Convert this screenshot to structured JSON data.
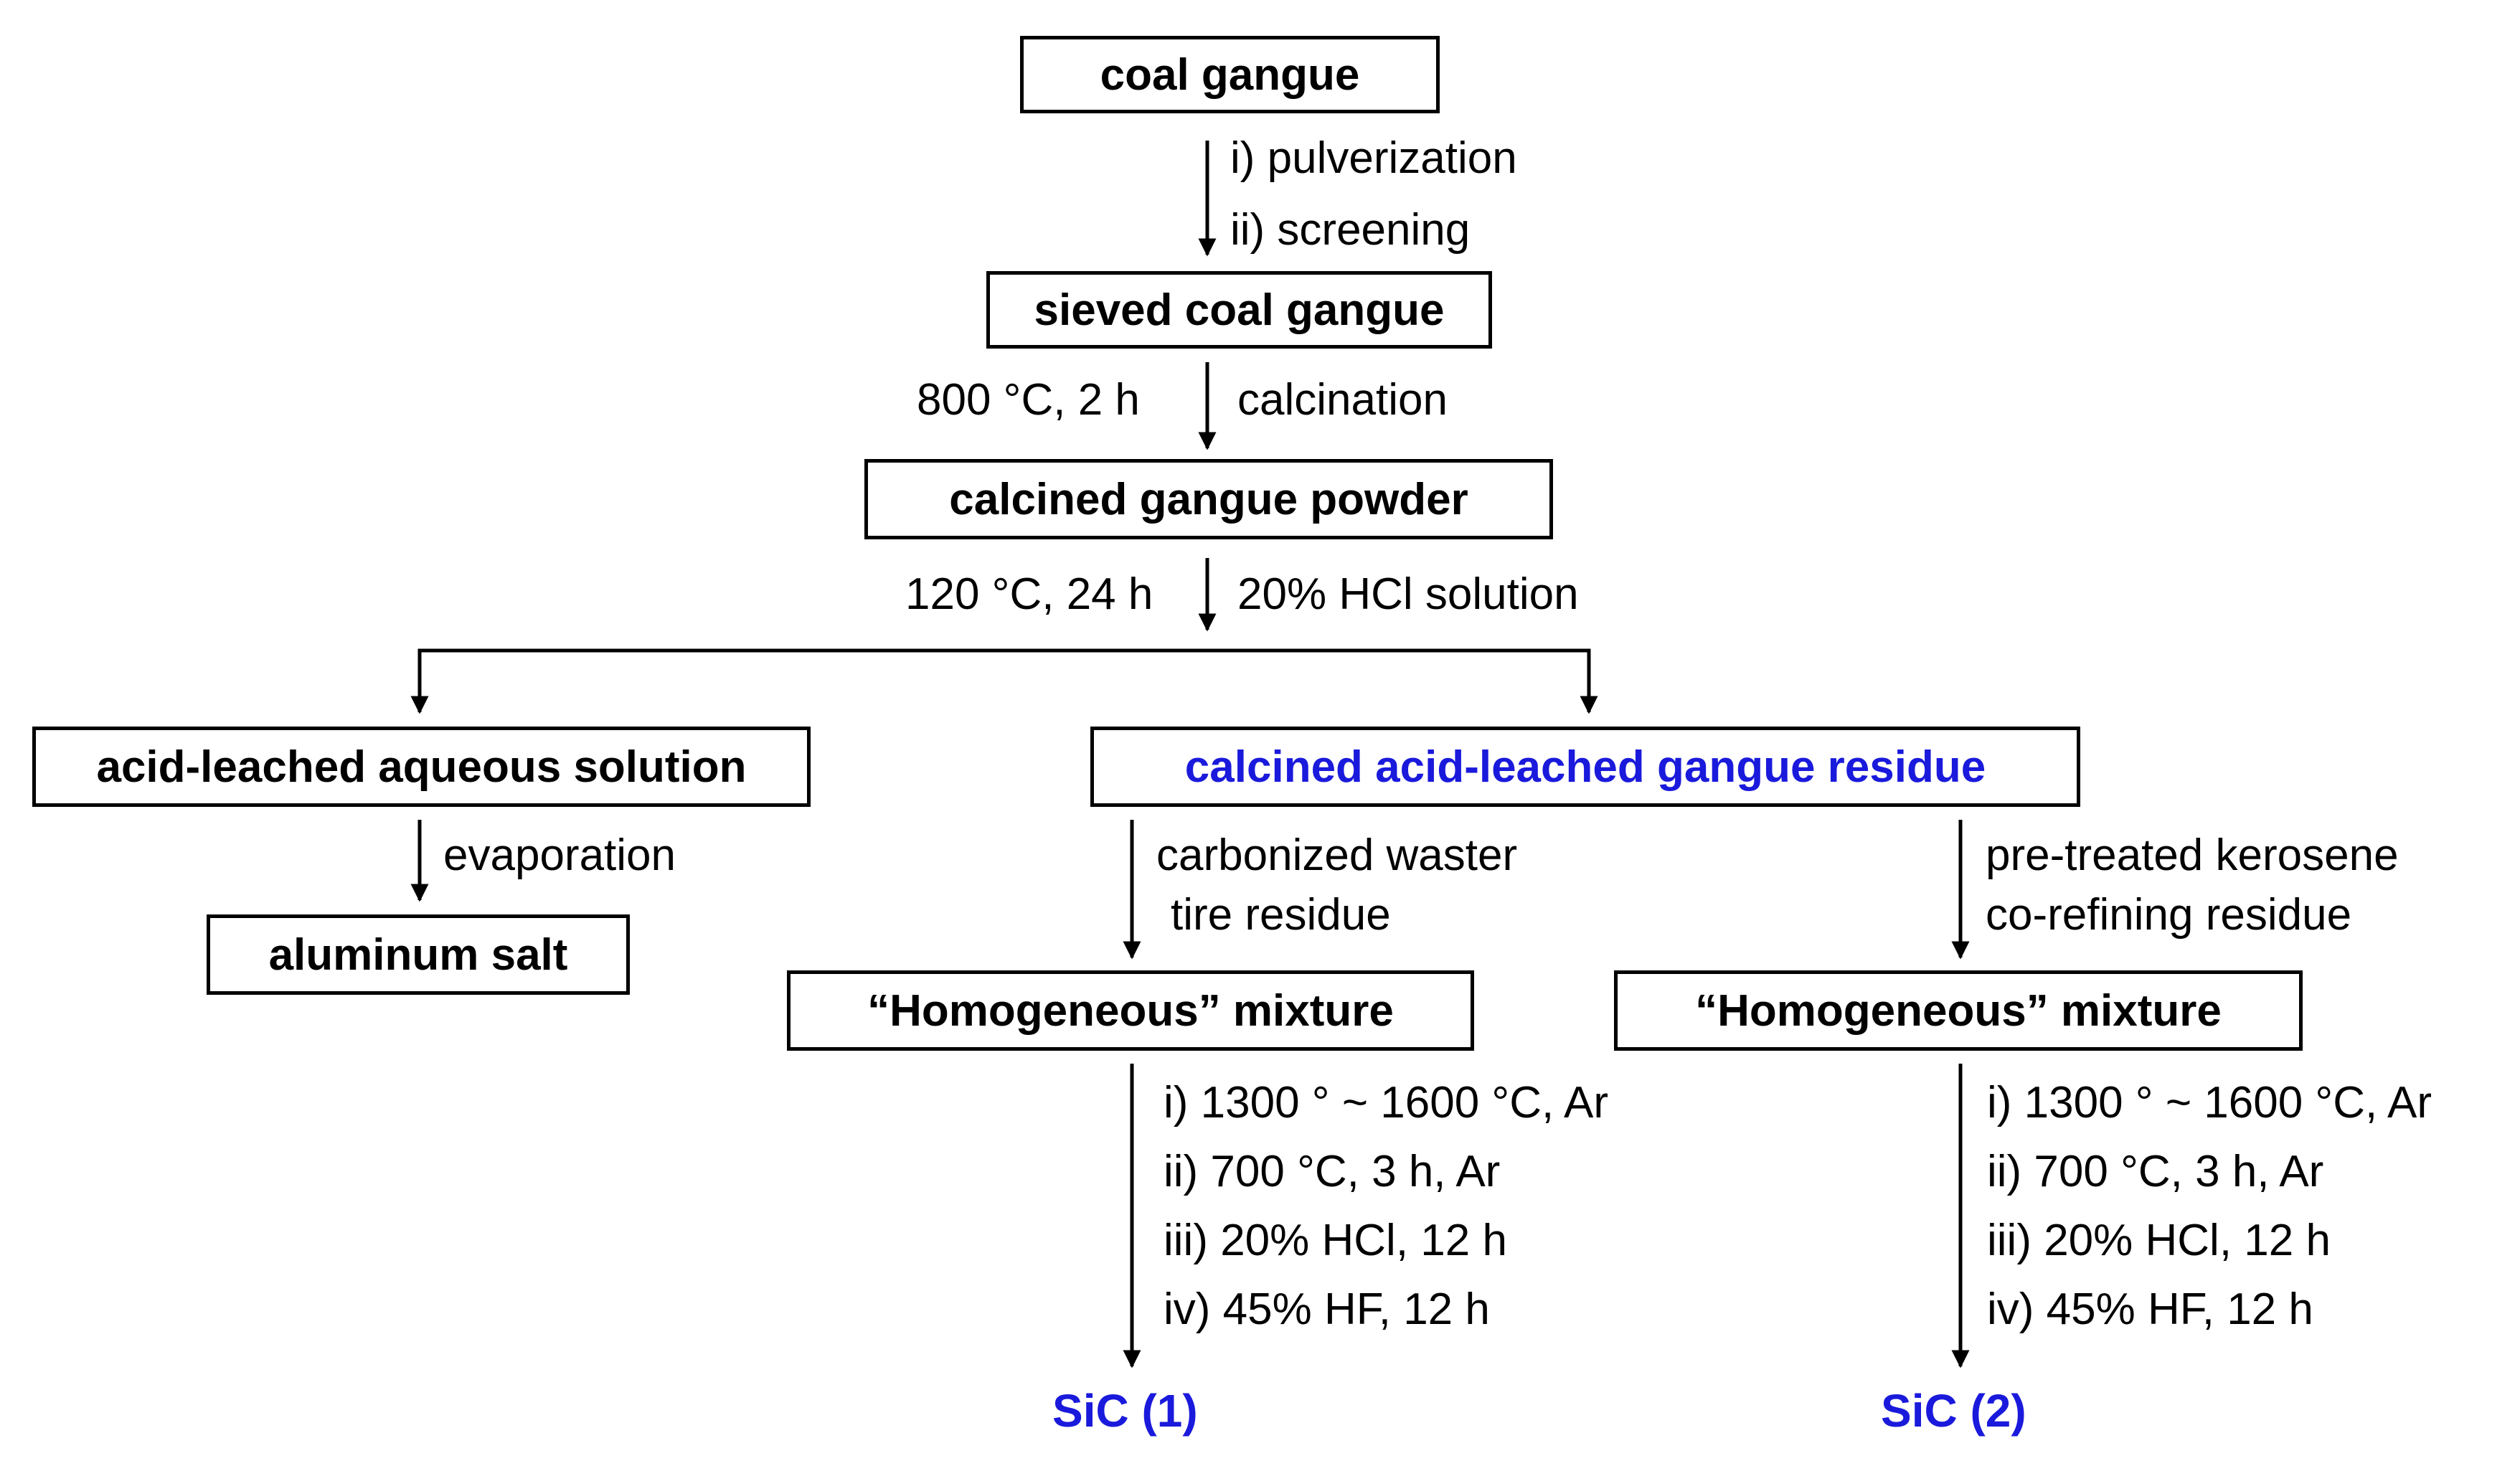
{
  "nodes": {
    "coal_gangue": "coal gangue",
    "sieved": "sieved coal gangue",
    "calcined_powder": "calcined gangue powder",
    "acid_solution": "acid-leached aqueous solution",
    "acid_residue": "calcined acid-leached gangue residue",
    "aluminum_salt": "aluminum salt",
    "mixture_1": "“Homogeneous” mixture",
    "mixture_2": "“Homogeneous” mixture",
    "sic_1": "SiC (1)",
    "sic_2": "SiC (2)"
  },
  "edges": {
    "pulverization": "i) pulverization",
    "screening": "ii) screening",
    "calcination_cond": "800 °C, 2 h",
    "calcination": "calcination",
    "hcl_cond": "120 °C, 24 h",
    "hcl": "20% HCl solution",
    "evaporation": "evaporation",
    "tire_line1": "carbonized waster",
    "tire_line2": "tire residue",
    "kerosene_line1": "pre-treated kerosene",
    "kerosene_line2": "co-refining residue",
    "steps_1": [
      "i) 1300 ° ~ 1600 °C, Ar",
      "ii) 700 °C, 3 h, Ar",
      "iii) 20% HCl, 12 h",
      "iv) 45% HF, 12 h"
    ],
    "steps_2": [
      "i) 1300 ° ~ 1600 °C, Ar",
      "ii) 700 °C, 3 h, Ar",
      "iii) 20% HCl, 12 h",
      "iv) 45% HF, 12 h"
    ]
  },
  "colors": {
    "accent_blue": "#1a1adc",
    "line": "#000000"
  }
}
